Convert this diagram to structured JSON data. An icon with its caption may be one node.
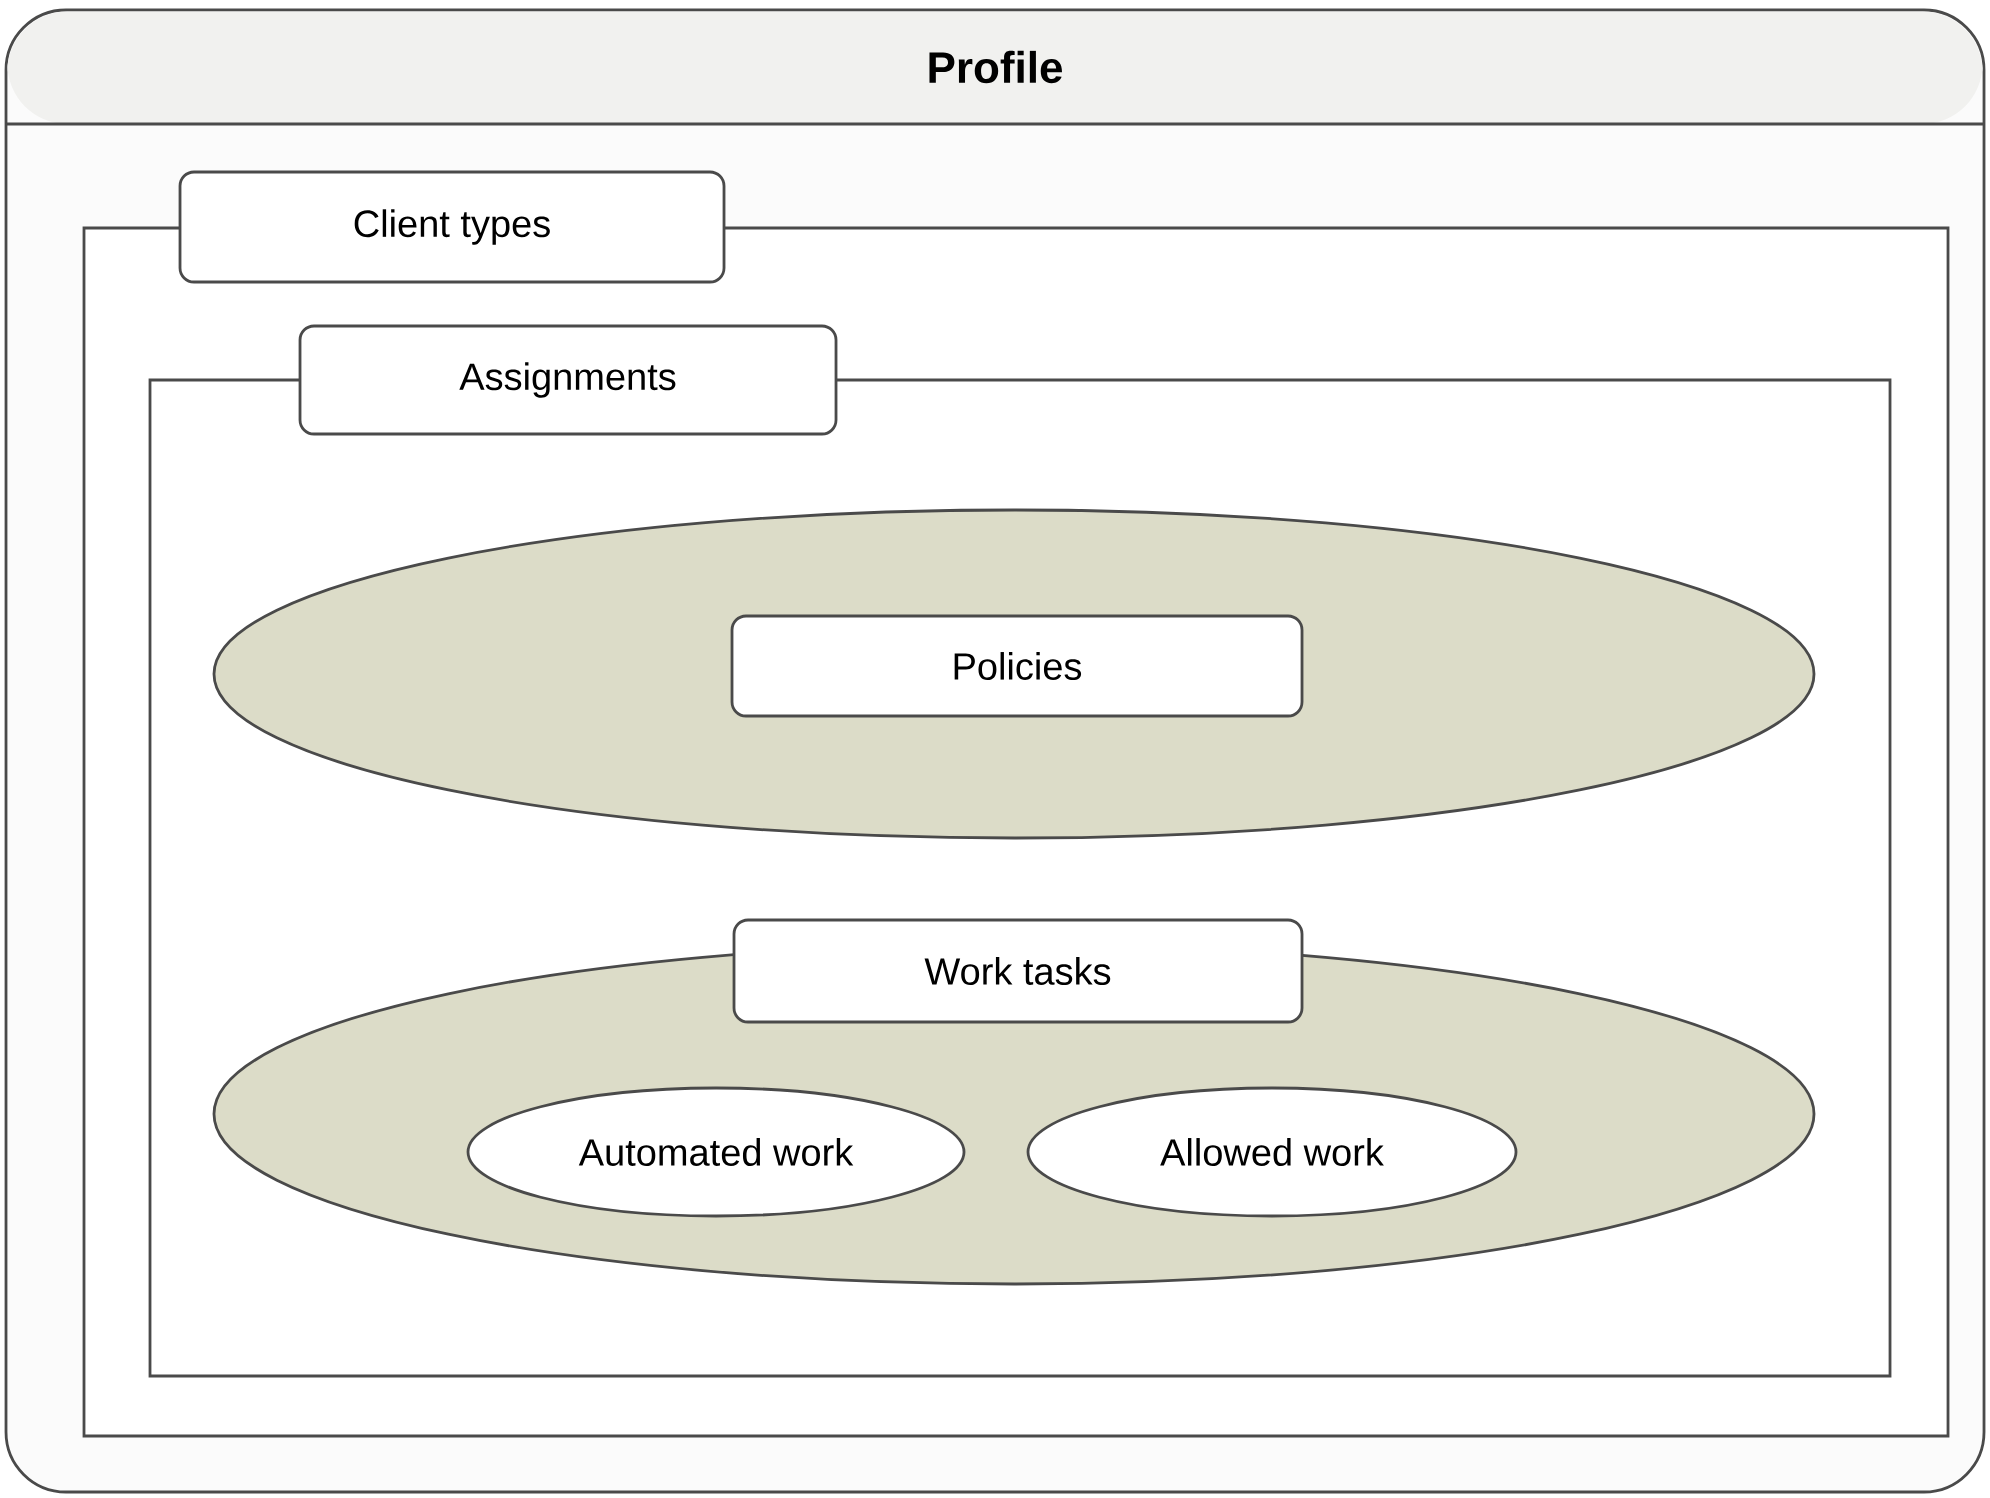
{
  "diagram": {
    "nodes": [
      {
        "text": [
          "Profile"
        ]
      },
      {
        "text": [
          "Client types"
        ],
        "in": 0
      },
      {
        "text": [
          "Assignments"
        ],
        "in": 1
      },
      {
        "text": [
          "Policies"
        ],
        "in": 2
      },
      {
        "text": [
          "Work tasks"
        ],
        "in": 2
      },
      {
        "text": [
          "Automated work"
        ],
        "in": 4
      },
      {
        "text": [
          "Allowed work"
        ],
        "in": 4
      }
    ]
  }
}
